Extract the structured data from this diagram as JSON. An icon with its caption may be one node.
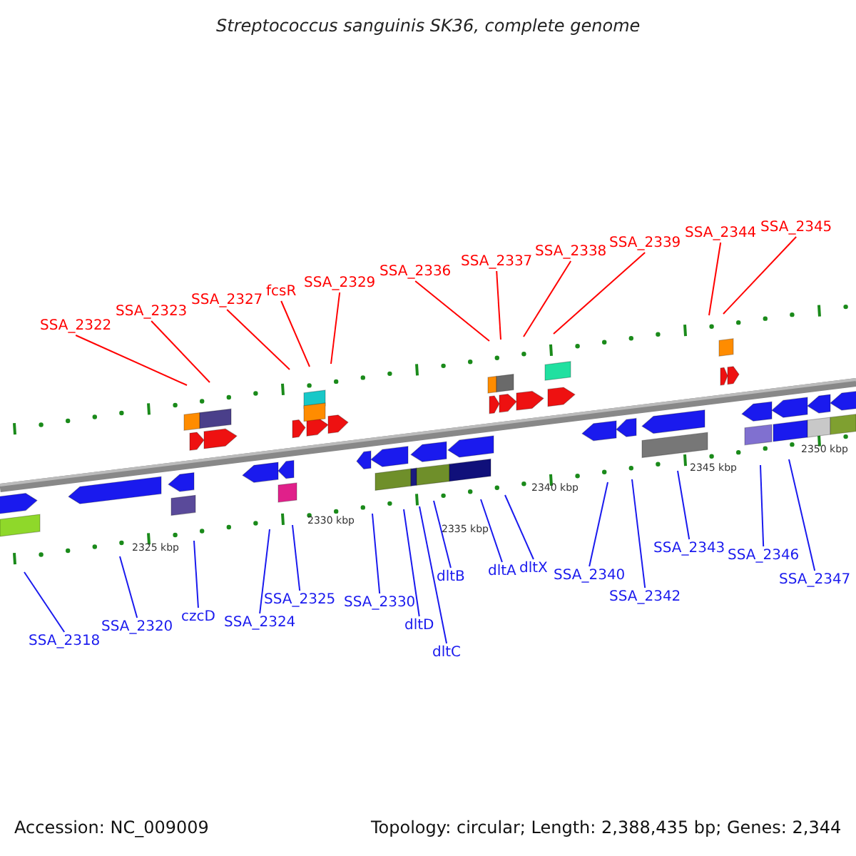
{
  "diagram": {
    "title": "Streptococcus sanguinis SK36, complete genome",
    "nodes": [
      {
        "text": [
          "SSA_2322"
        ]
      },
      {
        "text": [
          "SSA_2323"
        ]
      },
      {
        "text": [
          "SSA_2327"
        ]
      },
      {
        "text": [
          "fcsR"
        ]
      },
      {
        "text": [
          "SSA_2329"
        ]
      },
      {
        "text": [
          "SSA_2336"
        ]
      },
      {
        "text": [
          "SSA_2337"
        ]
      },
      {
        "text": [
          "SSA_2338"
        ]
      },
      {
        "text": [
          "SSA_2339"
        ]
      },
      {
        "text": [
          "SSA_2344"
        ]
      },
      {
        "text": [
          "SSA_2345"
        ]
      },
      {
        "text": [
          "SSA_2325"
        ]
      },
      {
        "text": [
          "SSA_2330"
        ]
      },
      {
        "text": [
          "dltB"
        ]
      },
      {
        "text": [
          "dltA"
        ]
      },
      {
        "text": [
          "dltX"
        ]
      },
      {
        "text": [
          "SSA_2340"
        ]
      },
      {
        "text": [
          "SSA_2343"
        ]
      },
      {
        "text": [
          "SSA_2346"
        ]
      },
      {
        "text": [
          "SSA_2347"
        ]
      },
      {
        "text": [
          "SSA_2318"
        ]
      },
      {
        "text": [
          "SSA_2320"
        ]
      },
      {
        "text": [
          "czcD"
        ]
      },
      {
        "text": [
          "SSA_2324"
        ]
      },
      {
        "text": [
          "dltD"
        ]
      },
      {
        "text": [
          "SSA_2342"
        ]
      },
      {
        "text": [
          "dltC"
        ]
      }
    ],
    "edges": [
      {
        "from": 0,
        "to": null,
        "arrow": "none",
        "color": "#ff0000"
      },
      {
        "from": 1,
        "to": null,
        "arrow": "none",
        "color": "#ff0000"
      },
      {
        "from": 2,
        "to": null,
        "arrow": "none",
        "color": "#ff0000"
      },
      {
        "from": 3,
        "to": null,
        "arrow": "none",
        "color": "#ff0000"
      },
      {
        "from": 4,
        "to": null,
        "arrow": "none",
        "color": "#ff0000"
      },
      {
        "from": 5,
        "to": null,
        "arrow": "none",
        "color": "#ff0000"
      },
      {
        "from": 6,
        "to": null,
        "arrow": "none",
        "color": "#ff0000"
      },
      {
        "from": 7,
        "to": null,
        "arrow": "none",
        "color": "#ff0000"
      },
      {
        "from": 8,
        "to": null,
        "arrow": "none",
        "color": "#ff0000"
      },
      {
        "from": 9,
        "to": null,
        "arrow": "none",
        "color": "#ff0000"
      },
      {
        "from": 10,
        "to": null,
        "arrow": "none",
        "color": "#ff0000"
      },
      {
        "from": 11,
        "to": null,
        "arrow": "none"
      },
      {
        "from": 12,
        "to": null,
        "arrow": "none"
      },
      {
        "from": 13,
        "to": null,
        "arrow": "none"
      },
      {
        "from": 14,
        "to": null,
        "arrow": "none"
      },
      {
        "from": 15,
        "to": null,
        "arrow": "none"
      },
      {
        "from": 16,
        "to": null,
        "arrow": "none"
      },
      {
        "from": 17,
        "to": null,
        "arrow": "none"
      },
      {
        "from": 18,
        "to": null,
        "arrow": "none"
      },
      {
        "from": 19,
        "to": null,
        "arrow": "none"
      },
      {
        "from": 20,
        "to": null,
        "arrow": "none"
      },
      {
        "from": 21,
        "to": null,
        "arrow": "none"
      },
      {
        "from": 22,
        "to": null,
        "arrow": "none"
      },
      {
        "from": 23,
        "to": null,
        "arrow": "none"
      },
      {
        "from": 24,
        "to": null,
        "arrow": "none"
      },
      {
        "from": 25,
        "to": null,
        "arrow": "none"
      },
      {
        "from": 26,
        "to": null,
        "arrow": "none"
      }
    ],
    "labels": [
      "2325 kbp",
      "2330 kbp",
      "2335 kbp",
      "2340 kbp",
      "2345 kbp",
      "2350 kbp",
      "Accession: NC_009009",
      "Topology: circular; Length: 2,388,435 bp; Genes: 2,344"
    ]
  }
}
